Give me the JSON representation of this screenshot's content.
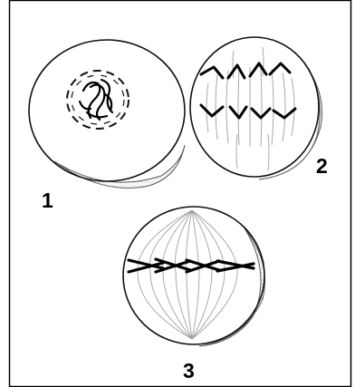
{
  "labels": {
    "cell_1": "1",
    "cell_2": "2",
    "cell_3": "3"
  },
  "colors": {
    "outline": "#111111",
    "shadow": "#8a8a8a",
    "fiber": "#9a9a9a",
    "chromosome": "#000000",
    "border": "#000000"
  }
}
